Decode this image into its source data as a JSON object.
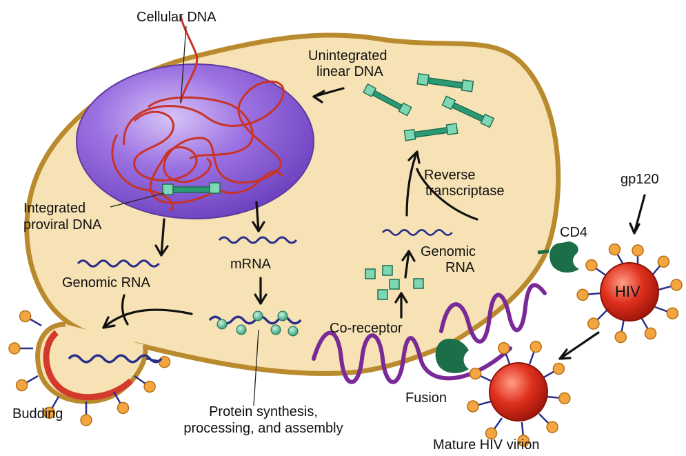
{
  "labels": {
    "cellular_dna": "Cellular DNA",
    "unintegrated_line1": "Unintegrated",
    "unintegrated_line2": "linear DNA",
    "reverse_line1": "Reverse",
    "reverse_line2": "transcriptase",
    "gp120": "gp120",
    "cd4": "CD4",
    "hiv": "HIV",
    "integrated_line1": "Integrated",
    "integrated_line2": "proviral DNA",
    "mrna": "mRNA",
    "genomic_rna_left": "Genomic RNA",
    "genomic_rna_right_line1": "Genomic",
    "genomic_rna_right_line2": "RNA",
    "co_receptor": "Co-receptor",
    "fusion": "Fusion",
    "budding": "Budding",
    "protein_line1": "Protein synthesis,",
    "protein_line2": "processing, and assembly",
    "mature": "Mature HIV virion"
  },
  "colors": {
    "cytoplasm": "#f6e2b4",
    "membrane": "#ba8a2e",
    "nucleus": "#8c5dd8",
    "cellular_dna": "#c93327",
    "viral_dna": "#2b9a74",
    "virion": "#d82a1c",
    "spike": "#f2a540",
    "receptor": "#1c6e48",
    "coreceptor_coil": "#7a2a96",
    "rna": "#2a2f8a"
  }
}
